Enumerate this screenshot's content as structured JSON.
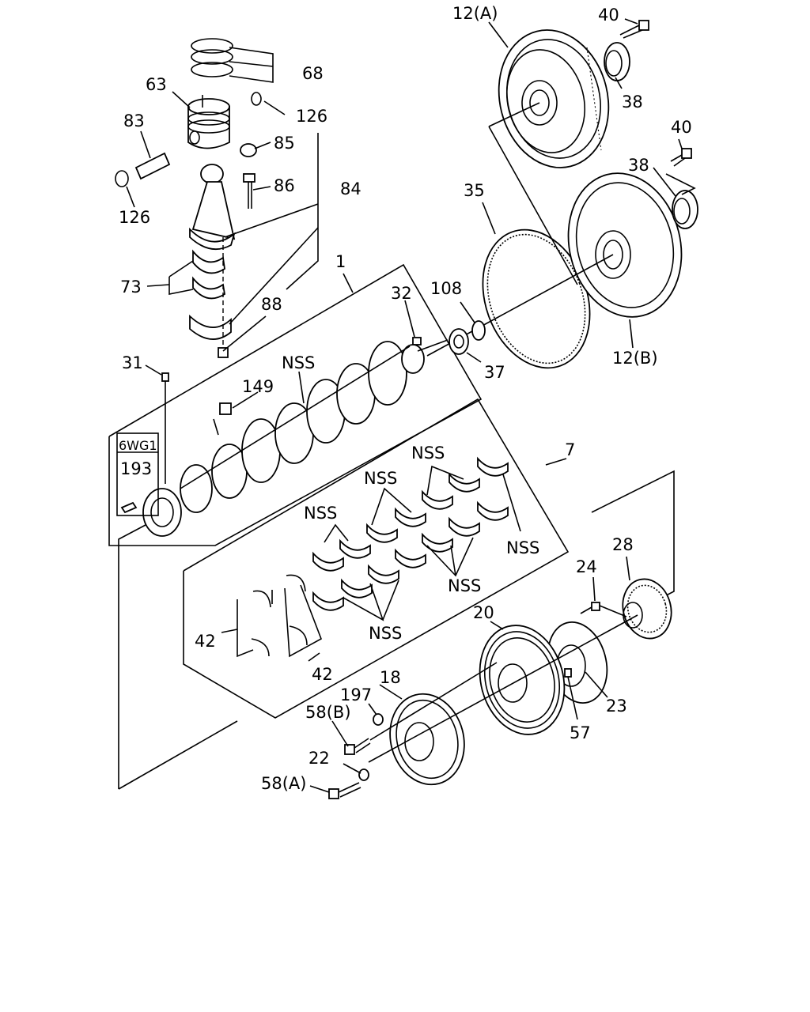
{
  "callouts": {
    "p12a": "12(A)",
    "p40a": "40",
    "p38a": "38",
    "p40b": "40",
    "p38b": "38",
    "p35": "35",
    "p108": "108",
    "p37": "37",
    "p12b": "12(B)",
    "p68": "68",
    "p63": "63",
    "p126a": "126",
    "p83": "83",
    "p85": "85",
    "p86": "86",
    "p84": "84",
    "p126b": "126",
    "p1": "1",
    "p32": "32",
    "p73": "73",
    "p88": "88",
    "p31": "31",
    "p149": "149",
    "nss_crank": "NSS",
    "box_code": "6WG1",
    "p193": "193",
    "nss_b1": "NSS",
    "p7": "7",
    "nss_b2": "NSS",
    "nss_b3": "NSS",
    "nss_b4": "NSS",
    "nss_b5": "NSS",
    "nss_b6": "NSS",
    "p28": "28",
    "p24": "24",
    "p20": "20",
    "p42a": "42",
    "p42b": "42",
    "p18": "18",
    "p197": "197",
    "p23": "23",
    "p58b": "58(B)",
    "p57": "57",
    "p22": "22",
    "p58a": "58(A)"
  }
}
